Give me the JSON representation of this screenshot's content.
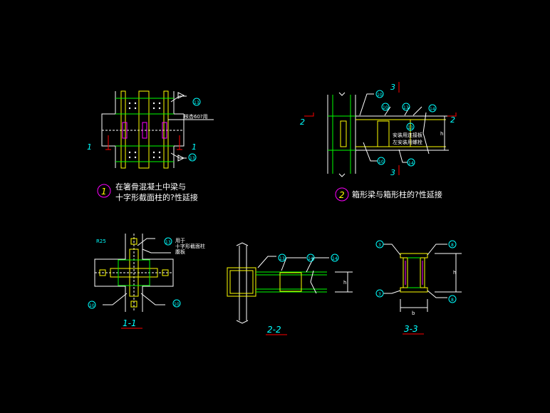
{
  "colors": {
    "background": "#000000",
    "steel": "#ffffff",
    "plate": "#ffff00",
    "rib": "#00ff00",
    "cut_mark": "#ff0000",
    "label": "#00ffff",
    "circle": "#ff00ff"
  },
  "detail1": {
    "number": "1",
    "caption_line1": "在箸骨混凝土中梁与",
    "caption_line2": "十字形截面柱的?性延接",
    "note": "核杏60?用",
    "section_mark": "1",
    "weld_tags": [
      "13",
      "13"
    ]
  },
  "detail2": {
    "number": "2",
    "caption": "箱形梁与箱形柱的?性延接",
    "note_line1": "安装用连接板",
    "note_line2": "左安装用螺栓",
    "section_mark_side": "2",
    "section_mark_top": "3",
    "weld_tags": [
      "10",
      "10",
      "13",
      "14",
      "13",
      "10",
      "14"
    ],
    "dim_label": "h"
  },
  "section11": {
    "title": "1-1",
    "radius_label": "R25",
    "note_line1": "用于",
    "note_line2": "十字形截面柱",
    "note_line3": "腹板",
    "weld_tags": [
      "13",
      "10",
      "10"
    ]
  },
  "section22": {
    "title": "2-2",
    "weld_tags": [
      "13",
      "14",
      "14"
    ],
    "dim_label": "h"
  },
  "section33": {
    "title": "3-3",
    "weld_tags": [
      "3",
      "8",
      "3",
      "8"
    ],
    "dim_label_h": "h",
    "dim_label_b": "b"
  }
}
